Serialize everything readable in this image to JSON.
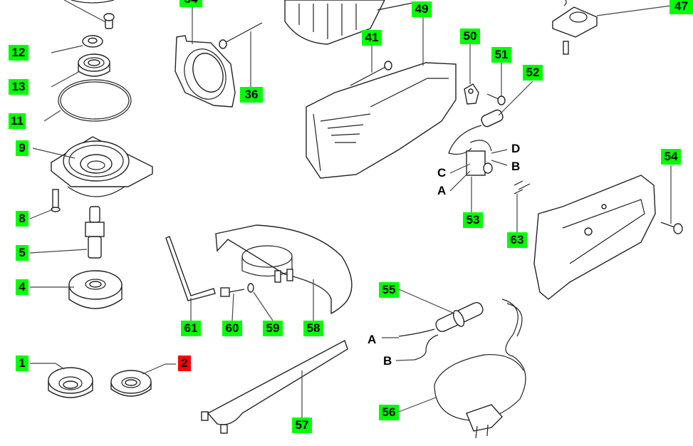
{
  "diagram": {
    "title": "Angle grinder exploded parts diagram",
    "highlight_colors": {
      "available": "#00ff00",
      "selected": "#ff0000"
    },
    "callouts": [
      {
        "id": "callout-34",
        "number": "34",
        "state": "available"
      },
      {
        "id": "callout-36",
        "number": "36",
        "state": "available"
      },
      {
        "id": "callout-12",
        "number": "12",
        "state": "available"
      },
      {
        "id": "callout-13",
        "number": "13",
        "state": "available"
      },
      {
        "id": "callout-11",
        "number": "11",
        "state": "available"
      },
      {
        "id": "callout-9",
        "number": "9",
        "state": "available"
      },
      {
        "id": "callout-8",
        "number": "8",
        "state": "available"
      },
      {
        "id": "callout-5",
        "number": "5",
        "state": "available"
      },
      {
        "id": "callout-4",
        "number": "4",
        "state": "available"
      },
      {
        "id": "callout-1",
        "number": "1",
        "state": "available"
      },
      {
        "id": "callout-2",
        "number": "2",
        "state": "selected"
      },
      {
        "id": "callout-41",
        "number": "41",
        "state": "available"
      },
      {
        "id": "callout-49",
        "number": "49",
        "state": "available"
      },
      {
        "id": "callout-50",
        "number": "50",
        "state": "available"
      },
      {
        "id": "callout-51",
        "number": "51",
        "state": "available"
      },
      {
        "id": "callout-52",
        "number": "52",
        "state": "available"
      },
      {
        "id": "callout-47",
        "number": "47",
        "state": "available"
      },
      {
        "id": "callout-53",
        "number": "53",
        "state": "available"
      },
      {
        "id": "callout-63",
        "number": "63",
        "state": "available"
      },
      {
        "id": "callout-54",
        "number": "54",
        "state": "available"
      },
      {
        "id": "callout-61",
        "number": "61",
        "state": "available"
      },
      {
        "id": "callout-60",
        "number": "60",
        "state": "available"
      },
      {
        "id": "callout-59",
        "number": "59",
        "state": "available"
      },
      {
        "id": "callout-58",
        "number": "58",
        "state": "available"
      },
      {
        "id": "callout-55",
        "number": "55",
        "state": "available"
      },
      {
        "id": "callout-56",
        "number": "56",
        "state": "available"
      },
      {
        "id": "callout-57",
        "number": "57",
        "state": "available"
      }
    ],
    "wire_labels": {
      "switch_d": "D",
      "switch_c": "C",
      "switch_b": "B",
      "switch_a": "A",
      "cable_a": "A",
      "cable_b": "B"
    }
  }
}
